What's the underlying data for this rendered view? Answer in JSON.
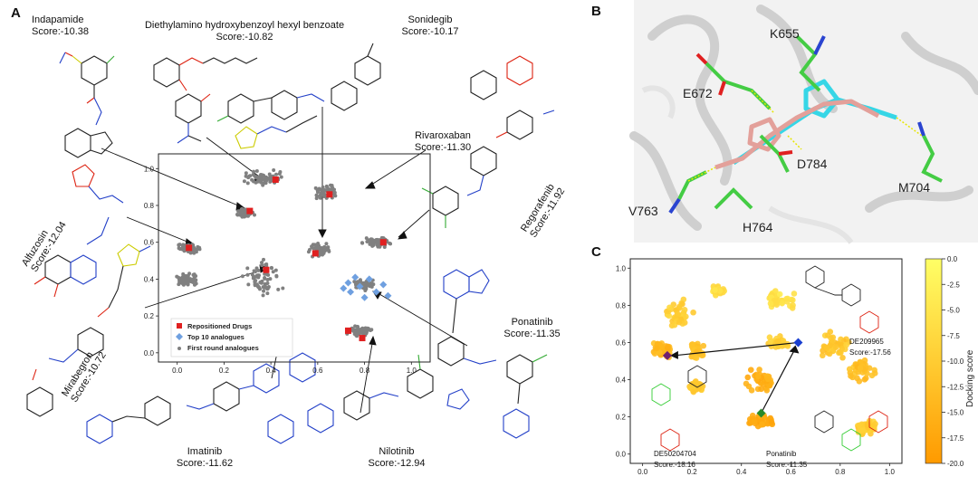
{
  "panels": {
    "a": "A",
    "b": "B",
    "c": "C"
  },
  "panelA": {
    "drugs": [
      {
        "name": "Indapamide",
        "score": "Score:-10.38"
      },
      {
        "name": "Diethylamino hydroxybenzoyl hexyl benzoate",
        "score": "Score:-10.82"
      },
      {
        "name": "Sonidegib",
        "score": "Score:-10.17"
      },
      {
        "name": "Rivaroxaban",
        "score": "Score:-11.30"
      },
      {
        "name": "Regorafenib",
        "score": "Score:-11.92"
      },
      {
        "name": "Alfuzosin",
        "score": "Score:-12.04"
      },
      {
        "name": "Mirabegron",
        "score": "Score:-10.72"
      },
      {
        "name": "Ponatinib",
        "score": "Score:-11.35"
      },
      {
        "name": "Imatinib",
        "score": "Score:-11.62"
      },
      {
        "name": "Nilotinib",
        "score": "Score:-12.94"
      }
    ],
    "legend": [
      "Repositioned Drugs",
      "Top 10 analogues",
      "First round analogues"
    ]
  },
  "panelB": {
    "residues": [
      "K655",
      "E672",
      "D784",
      "M704",
      "V763",
      "H764"
    ]
  },
  "chart_data": [
    {
      "type": "scatter",
      "title": "",
      "xlabel": "",
      "ylabel": "",
      "xlim": [
        -0.08,
        1.08
      ],
      "ylim": [
        -0.05,
        1.08
      ],
      "xticks": [
        "0.0",
        "0.2",
        "0.4",
        "0.6",
        "0.8",
        "1.0"
      ],
      "yticks": [
        "0.0",
        "0.2",
        "0.4",
        "0.6",
        "0.8",
        "1.0"
      ],
      "legend_position": "bottom-left",
      "grid": false,
      "series": [
        {
          "name": "Repositioned Drugs",
          "color": "#e02020",
          "points": [
            [
              0.42,
              0.94
            ],
            [
              0.31,
              0.77
            ],
            [
              0.65,
              0.86
            ],
            [
              0.05,
              0.57
            ],
            [
              0.88,
              0.6
            ],
            [
              0.59,
              0.54
            ],
            [
              0.38,
              0.45
            ],
            [
              0.39,
              0.07
            ],
            [
              0.79,
              0.08
            ],
            [
              0.73,
              0.12
            ]
          ]
        },
        {
          "name": "Top 10 analogues",
          "color": "#6fa0e0",
          "points": [
            [
              0.71,
              0.35
            ],
            [
              0.74,
              0.33
            ],
            [
              0.78,
              0.36
            ],
            [
              0.8,
              0.3
            ],
            [
              0.85,
              0.33
            ],
            [
              0.88,
              0.37
            ],
            [
              0.82,
              0.4
            ],
            [
              0.76,
              0.41
            ],
            [
              0.73,
              0.38
            ],
            [
              0.9,
              0.31
            ]
          ]
        },
        {
          "name": "First round analogues",
          "color": "#808080",
          "clusters": [
            [
              0.38,
              0.95,
              0.12,
              0.05
            ],
            [
              0.29,
              0.76,
              0.05,
              0.03
            ],
            [
              0.64,
              0.87,
              0.06,
              0.05
            ],
            [
              0.05,
              0.57,
              0.06,
              0.04
            ],
            [
              0.04,
              0.4,
              0.06,
              0.05
            ],
            [
              0.86,
              0.6,
              0.08,
              0.04
            ],
            [
              0.61,
              0.56,
              0.06,
              0.05
            ],
            [
              0.37,
              0.4,
              0.1,
              0.12
            ],
            [
              0.36,
              0.14,
              0.12,
              0.04
            ],
            [
              0.78,
              0.12,
              0.07,
              0.04
            ],
            [
              0.8,
              0.37,
              0.06,
              0.04
            ]
          ]
        }
      ]
    },
    {
      "type": "scatter",
      "title": "",
      "xlabel": "",
      "ylabel": "",
      "xlim": [
        -0.05,
        1.05
      ],
      "ylim": [
        -0.05,
        1.05
      ],
      "xticks": [
        "0.0",
        "0.2",
        "0.4",
        "0.6",
        "0.8",
        "1.0"
      ],
      "yticks": [
        "0.0",
        "0.2",
        "0.4",
        "0.6",
        "0.8",
        "1.0"
      ],
      "colorbar": {
        "label": "Docking score",
        "min": -20.0,
        "max": 0.0,
        "ticks": [
          "0.0",
          "-2.5",
          "-5.0",
          "-7.5",
          "-10.0",
          "-12.5",
          "-15.0",
          "-17.5",
          "-20.0"
        ],
        "colors": [
          "#ff9a00",
          "#ffff66"
        ]
      },
      "highlights": [
        {
          "label": "DE209965",
          "score": "Score:-17.56",
          "x": 0.63,
          "y": 0.6,
          "color": "#1a3fd0"
        },
        {
          "label": "DE50204704",
          "score": "Score:-18.16",
          "x": 0.1,
          "y": 0.53,
          "color": "#702070"
        },
        {
          "label": "Ponatinib",
          "score": "Score:-11.35",
          "x": 0.48,
          "y": 0.22,
          "color": "#2a8a2a"
        }
      ],
      "clusters": [
        [
          0.15,
          0.75,
          0.07,
          0.1,
          -10
        ],
        [
          0.08,
          0.56,
          0.06,
          0.05,
          -14
        ],
        [
          0.22,
          0.56,
          0.04,
          0.06,
          -12
        ],
        [
          0.55,
          0.83,
          0.08,
          0.07,
          -6
        ],
        [
          0.55,
          0.6,
          0.05,
          0.05,
          -9
        ],
        [
          0.78,
          0.58,
          0.08,
          0.1,
          -11
        ],
        [
          0.89,
          0.45,
          0.07,
          0.08,
          -13
        ],
        [
          0.48,
          0.4,
          0.09,
          0.07,
          -16
        ],
        [
          0.48,
          0.18,
          0.08,
          0.05,
          -17
        ],
        [
          0.9,
          0.14,
          0.06,
          0.06,
          -10
        ],
        [
          0.3,
          0.88,
          0.04,
          0.04,
          -7
        ],
        [
          0.22,
          0.36,
          0.04,
          0.04,
          -11
        ]
      ]
    }
  ]
}
